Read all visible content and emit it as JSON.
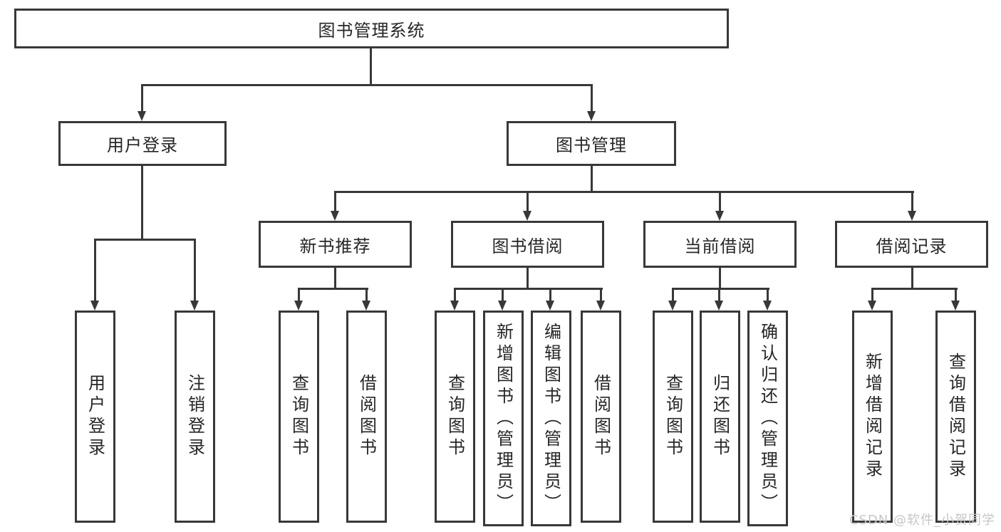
{
  "diagram": {
    "root": {
      "label": "图书管理系统"
    },
    "level1": [
      {
        "label": "用户登录"
      },
      {
        "label": "图书管理"
      }
    ],
    "level2": [
      {
        "label": "新书推荐"
      },
      {
        "label": "图书借阅"
      },
      {
        "label": "当前借阅"
      },
      {
        "label": "借阅记录"
      }
    ],
    "leaves": {
      "user_login": [
        "用户登录",
        "注销登录"
      ],
      "new_book": [
        "查询图书",
        "借阅图书"
      ],
      "book_borrow": [
        "查询图书",
        "新增图书（管理员）",
        "编辑图书（管理员）",
        "借阅图书"
      ],
      "current_borrow": [
        "查询图书",
        "归还图书",
        "确认归还（管理员）"
      ],
      "borrow_records": [
        "新增借阅记录",
        "查询借阅记录"
      ]
    }
  },
  "colors": {
    "line": "#383838",
    "text": "#262626",
    "background": "#ffffff",
    "watermark": "#c6c6c6"
  },
  "watermark": {
    "text": "CSDN @软件_小贺同学"
  }
}
